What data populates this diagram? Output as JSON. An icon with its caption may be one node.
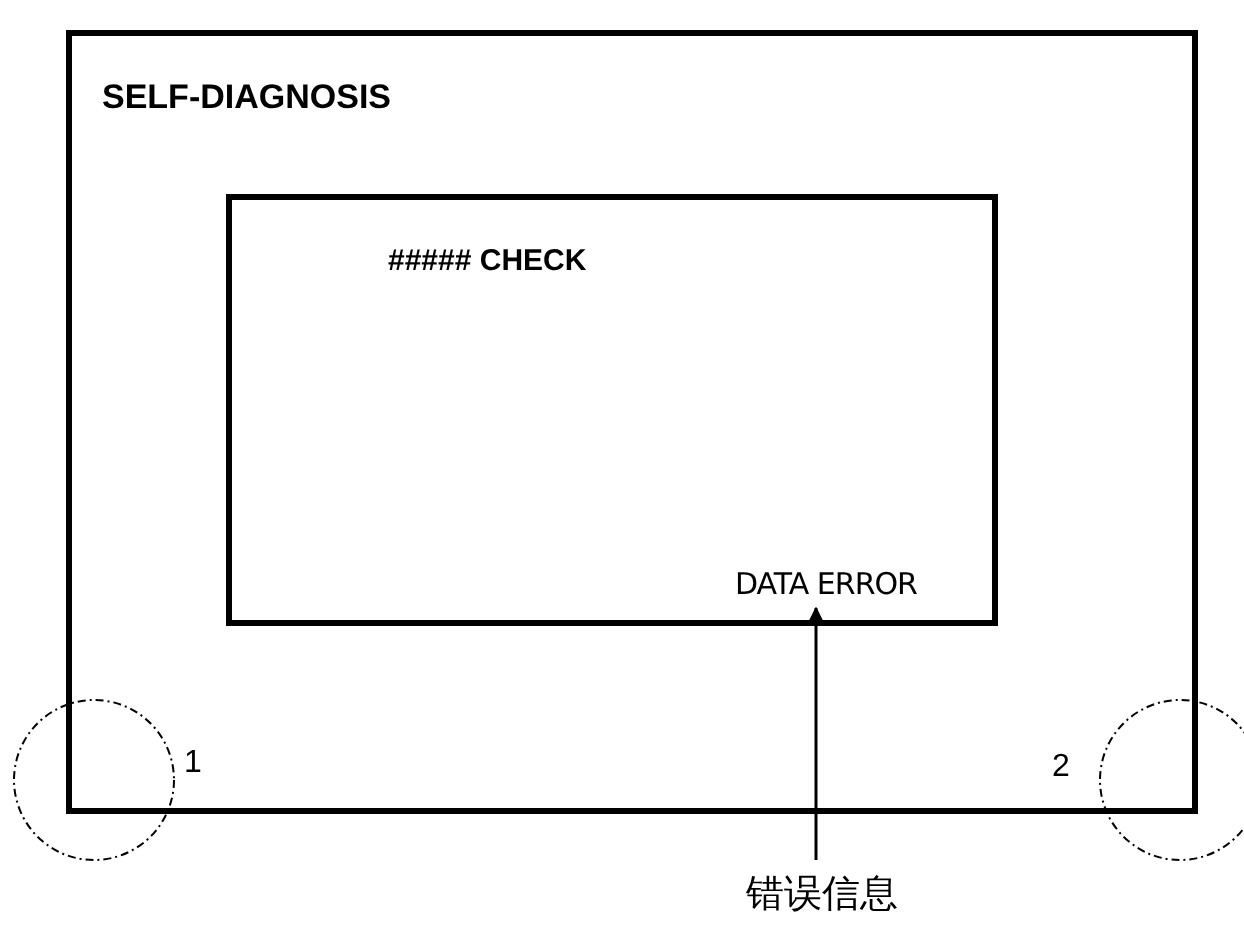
{
  "diagram": {
    "nodes": [
      {
        "text": [
          "SELF-DIAGNOSIS"
        ]
      },
      {
        "text": [
          "##### CHECK"
        ],
        "in": 0
      },
      {
        "text": [
          "DATA ERROR"
        ],
        "in": 1
      },
      {
        "text": [
          "错误信息"
        ]
      }
    ],
    "edges": [
      {
        "from": 3,
        "to": 2,
        "arrow": "to"
      }
    ],
    "labels": [
      "1",
      "2"
    ]
  }
}
